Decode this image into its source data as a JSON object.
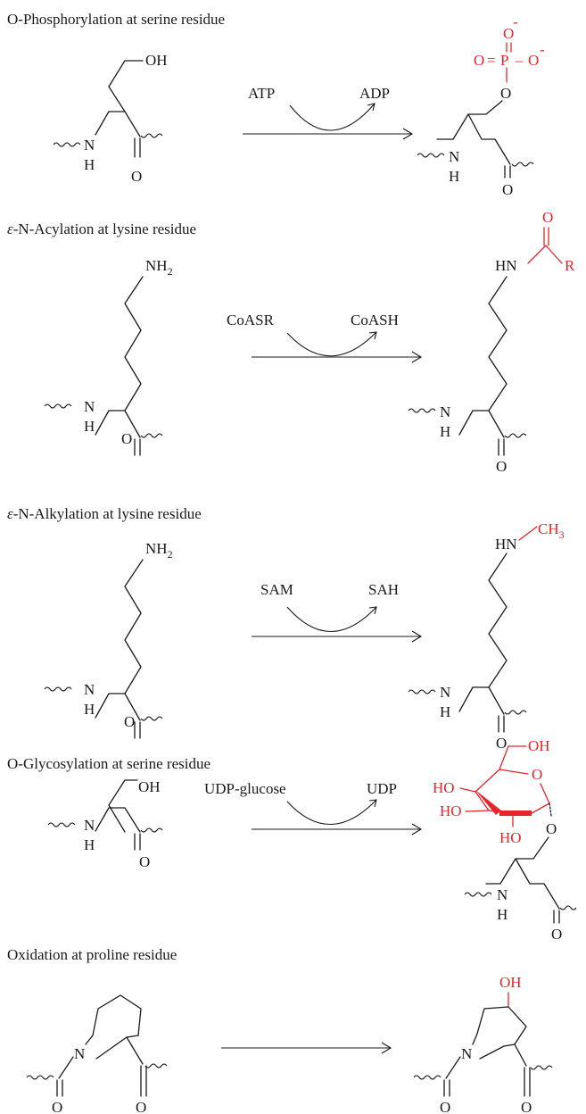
{
  "reactions": [
    {
      "title": "O-Phosphorylation at serine residue",
      "reagent_in": "ATP",
      "reagent_out": "ADP",
      "reactant_labels": {
        "hydroxyl": "OH",
        "amide_n": "N",
        "amide_h": "H",
        "carbonyl_o": "O"
      },
      "product_labels": {
        "phosphate_o_top": "O",
        "phosphate_charge_top": "-",
        "phosphate_o_left": "O",
        "phosphate_eq": "=",
        "phosphorus": "P",
        "phosphate_dash": "–",
        "phosphate_o_right": "O",
        "phosphate_charge_right": "-",
        "ester_o": "O",
        "amide_n": "N",
        "amide_h": "H",
        "carbonyl_o": "O"
      }
    },
    {
      "title": "ε-N-Acylation at lysine residue",
      "title_prefix": "ε",
      "title_rest": "-N-Acylation at lysine residue",
      "reagent_in": "CoASR",
      "reagent_out": "CoASH",
      "reactant_labels": {
        "amine": "NH",
        "amine_sub": "2",
        "amide_n": "N",
        "amide_h": "H",
        "carbonyl_o": "O"
      },
      "product_labels": {
        "acyl_o": "O",
        "acyl_r": "R",
        "amide_hn": "HN",
        "amide_n": "N",
        "amide_h": "H",
        "carbonyl_o": "O"
      }
    },
    {
      "title": "ε-N-Alkylation at lysine residue",
      "title_prefix": "ε",
      "title_rest": "-N-Alkylation at lysine residue",
      "reagent_in": "SAM",
      "reagent_out": "SAH",
      "reactant_labels": {
        "amine": "NH",
        "amine_sub": "2",
        "amide_n": "N",
        "amide_h": "H",
        "carbonyl_o": "O"
      },
      "product_labels": {
        "methyl": "CH",
        "methyl_sub": "3",
        "amide_hn": "HN",
        "amide_n": "N",
        "amide_h": "H",
        "carbonyl_o": "O"
      }
    },
    {
      "title": "O-Glycosylation at serine residue",
      "reagent_in": "UDP-glucose",
      "reagent_out": "UDP",
      "reactant_labels": {
        "hydroxyl": "OH",
        "amide_n": "N",
        "amide_h": "H",
        "carbonyl_o": "O"
      },
      "product_labels": {
        "ch2oh": "OH",
        "ring_o": "O",
        "ho_1": "HO",
        "ho_2": "HO",
        "ho_3": "HO",
        "glycosidic_o": "O",
        "amide_n": "N",
        "amide_h": "H",
        "carbonyl_o": "O"
      }
    },
    {
      "title": "Oxidation at proline residue",
      "reactant_labels": {
        "ring_n": "N",
        "carbonyl_o_left": "O",
        "carbonyl_o_right": "O"
      },
      "product_labels": {
        "hydroxyl": "OH",
        "ring_n": "N",
        "carbonyl_o_left": "O",
        "carbonyl_o_right": "O"
      }
    }
  ],
  "colors": {
    "ink": "#1a1a1a",
    "highlight": "#e5252a"
  }
}
